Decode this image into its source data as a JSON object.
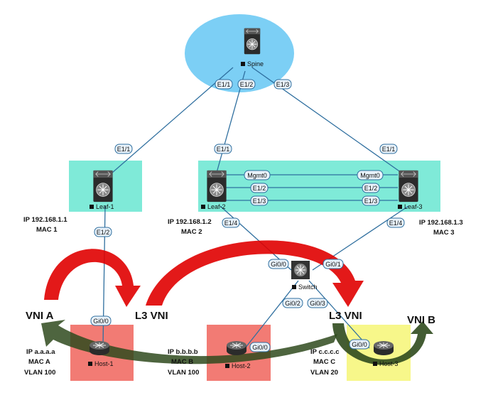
{
  "colors": {
    "spine_bg": "#7ccff5",
    "leaf_bg": "#7fead8",
    "host_red_bg": "#f27b74",
    "host_yellow_bg": "#f7f78a",
    "link": "#2f6f9f",
    "arrow_red": "#e00000",
    "arrow_green": "#2f4a1d"
  },
  "nodes": {
    "spine": "Spine",
    "leaf1": "Leaf-1",
    "leaf2": "Leaf-2",
    "leaf3": "Leaf-3",
    "switch": "Switch",
    "host1": "Host-1",
    "host2": "Host-2",
    "host3": "Host-3"
  },
  "ports": {
    "spine_e11": "E1/1",
    "spine_e12": "E1/2",
    "spine_e13": "E1/3",
    "leaf1_e11": "E1/1",
    "leaf1_e12": "E1/2",
    "leaf2_e11": "E1/1",
    "leaf2_e14": "E1/4",
    "leaf3_e11": "E1/1",
    "leaf3_e14": "E1/4",
    "leaf2_mgmt0": "Mgmt0",
    "leaf2_e12": "E1/2",
    "leaf2_e13": "E1/3",
    "leaf3_mgmt0": "Mgmt0",
    "leaf3_e12": "E1/2",
    "leaf3_e13": "E1/3",
    "switch_gi00": "Gi0/0",
    "switch_gi01": "Gi0/1",
    "switch_gi02": "Gi0/2",
    "switch_gi03": "Gi0/3",
    "host1_gi00": "Gi0/0",
    "host2_gi00": "Gi0/0",
    "host3_gi00": "Gi0/0"
  },
  "info": {
    "leaf1_ip": "IP 192.168.1.1",
    "leaf1_mac": "MAC 1",
    "leaf2_ip": "IP 192.168.1.2",
    "leaf2_mac": "MAC 2",
    "leaf3_ip": "IP 192.168.1.3",
    "leaf3_mac": "MAC 3",
    "host1_ip": "IP a.a.a.a",
    "host1_mac": "MAC A",
    "host1_vlan": "VLAN 100",
    "host2_ip": "IP b.b.b.b",
    "host2_mac": "MAC B",
    "host2_vlan": "VLAN 100",
    "host3_ip": "IP c.c.c.c",
    "host3_mac": "MAC C",
    "host3_vlan": "VLAN 20"
  },
  "labels": {
    "vni_a": "VNI A",
    "l3vni_left": "L3 VNI",
    "l3vni_right": "L3 VNI",
    "vni_b": "VNI B"
  }
}
